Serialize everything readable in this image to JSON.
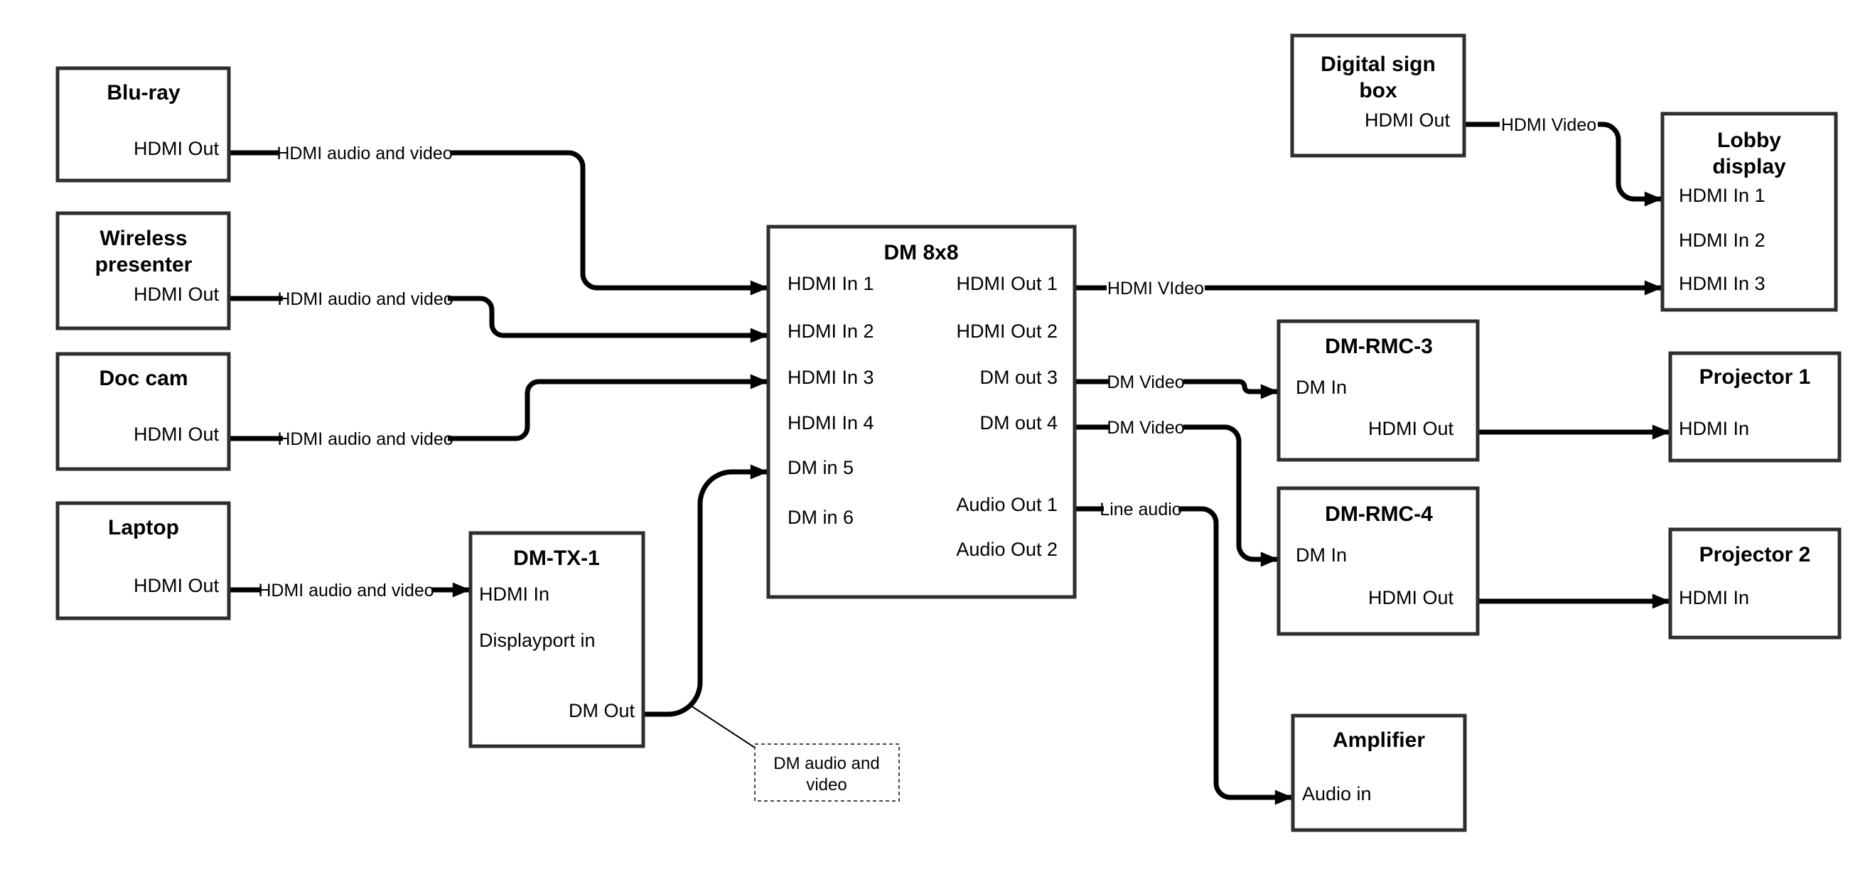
{
  "colors": {
    "background": "#ffffff",
    "wire": "#000000",
    "box_border": "#2e2e2e",
    "text": "#000000"
  },
  "nodes": {
    "bluray": {
      "title": "Blu-ray",
      "port_hdmi_out": "HDMI Out"
    },
    "wireless_presenter": {
      "title_line1": "Wireless",
      "title_line2": "presenter",
      "port_hdmi_out": "HDMI Out"
    },
    "doc_cam": {
      "title": "Doc cam",
      "port_hdmi_out": "HDMI Out"
    },
    "laptop": {
      "title": "Laptop",
      "port_hdmi_out": "HDMI Out"
    },
    "dm_tx_1": {
      "title": "DM-TX-1",
      "port_hdmi_in": "HDMI In",
      "port_displayport_in": "Displayport in",
      "port_dm_out": "DM Out"
    },
    "dm_8x8": {
      "title": "DM 8x8",
      "ports_left": [
        "HDMI In 1",
        "HDMI In 2",
        "HDMI In 3",
        "HDMI In 4",
        "DM in 5",
        "DM in 6"
      ],
      "ports_right": [
        "HDMI Out 1",
        "HDMI Out 2",
        "DM out 3",
        "DM out 4",
        "Audio Out 1",
        "Audio Out 2"
      ]
    },
    "digital_sign_box": {
      "title_line1": "Digital sign",
      "title_line2": "box",
      "port_hdmi_out": "HDMI Out"
    },
    "lobby_display": {
      "title_line1": "Lobby",
      "title_line2": "display",
      "ports": [
        "HDMI In 1",
        "HDMI In 2",
        "HDMI In 3"
      ]
    },
    "dm_rmc_3": {
      "title": "DM-RMC-3",
      "port_dm_in": "DM In",
      "port_hdmi_out": "HDMI Out"
    },
    "projector_1": {
      "title": "Projector 1",
      "port_hdmi_in": "HDMI In"
    },
    "dm_rmc_4": {
      "title": "DM-RMC-4",
      "port_dm_in": "DM In",
      "port_hdmi_out": "HDMI Out"
    },
    "projector_2": {
      "title": "Projector 2",
      "port_hdmi_in": "HDMI In"
    },
    "amplifier": {
      "title": "Amplifier",
      "port_audio_in": "Audio in"
    }
  },
  "wire_labels": {
    "bluray_to_dm8x8": "HDMI audio and video",
    "wireless_to_dm8x8": "HDMI audio and video",
    "doccam_to_dm8x8": "HDMI audio and video",
    "laptop_to_dmtx1": "HDMI audio and video",
    "hdmi_out_1": "HDMI VIdeo",
    "dm_out_3": "DM Video",
    "dm_out_4": "DM Video",
    "audio_out_1": "Line audio",
    "digital_sign": "HDMI Video"
  },
  "callout": {
    "line1": "DM audio and",
    "line2": "video"
  }
}
